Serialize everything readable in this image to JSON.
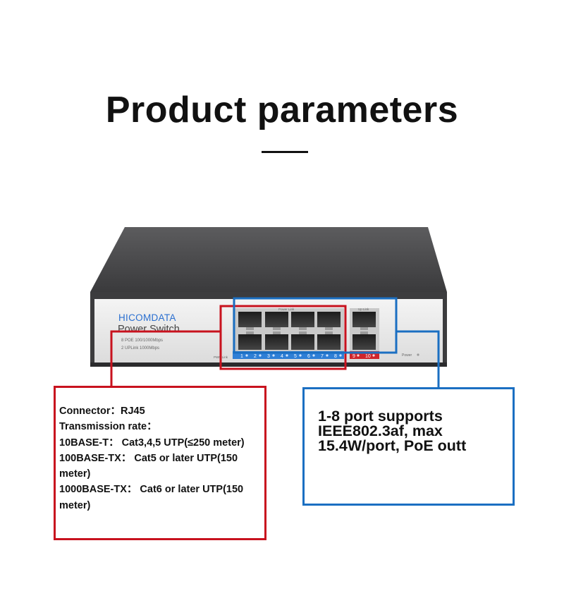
{
  "page": {
    "title": "Product parameters"
  },
  "device": {
    "brand": "HICOMDATA",
    "model": "Power Switch",
    "spec_line_1": "8 POE 100/1000Mbps",
    "spec_line_2": "2 UPLink 1000Mbps",
    "poe_link_label": "Power Link",
    "uplink_label": "Up Link",
    "pwr_link_label": "PWR Link",
    "power_label": "Power",
    "ports": [
      "1",
      "2",
      "3",
      "4",
      "5",
      "6",
      "7",
      "8"
    ],
    "uplink_ports": [
      "9",
      "10"
    ]
  },
  "specs": {
    "lines": [
      "Connector：RJ45",
      "Transmission rate：",
      "10BASE-T：  Cat3,4,5 UTP(≤250 meter)",
      "100BASE-TX：  Cat5 or later UTP(150 meter)",
      "1000BASE-TX：  Cat6 or later UTP(150 meter)"
    ]
  },
  "feature": {
    "lines": [
      "1-8 port supports",
      "IEEE802.3af, max",
      "15.4W/port, PoE outt"
    ]
  },
  "colors": {
    "red_highlight": "#c8121e",
    "blue_highlight": "#1b6fc2",
    "port_strip": "#2f7fd6"
  }
}
